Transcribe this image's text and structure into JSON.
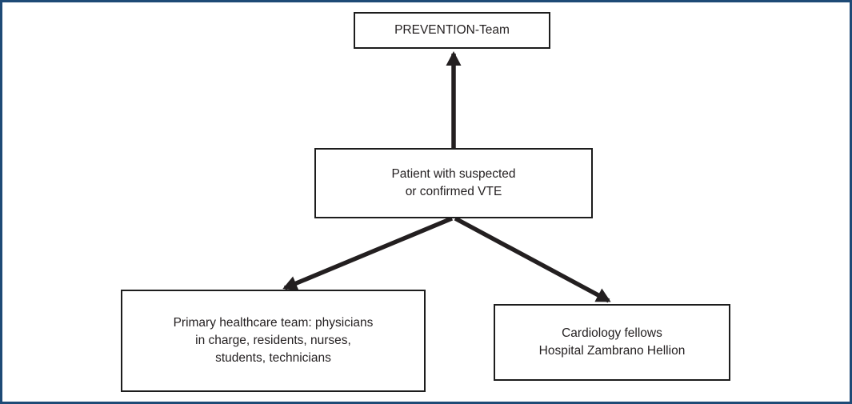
{
  "diagram": {
    "type": "flowchart",
    "colors": {
      "frame_border": "#1e4a76",
      "box_border": "#1d1d1d",
      "arrow": "#231f20",
      "background": "#ffffff",
      "text": "#231f20"
    },
    "nodes": {
      "prevention_team": {
        "id": "prevention-team",
        "lines": [
          "PREVENTION-Team"
        ]
      },
      "patient": {
        "id": "patient",
        "lines": [
          "Patient with suspected",
          "or confirmed VTE"
        ]
      },
      "primary_team": {
        "id": "primary-team",
        "lines": [
          "Primary healthcare team: physicians",
          "in charge, residents, nurses,",
          "students, technicians"
        ]
      },
      "cardiology": {
        "id": "cardiology",
        "lines": [
          "Cardiology fellows",
          "Hospital Zambrano Hellion"
        ]
      }
    },
    "edges": [
      {
        "from": "patient",
        "to": "prevention_team",
        "direction": "up"
      },
      {
        "from": "patient",
        "to": "primary_team",
        "direction": "down-left"
      },
      {
        "from": "patient",
        "to": "cardiology",
        "direction": "down-right"
      }
    ]
  }
}
